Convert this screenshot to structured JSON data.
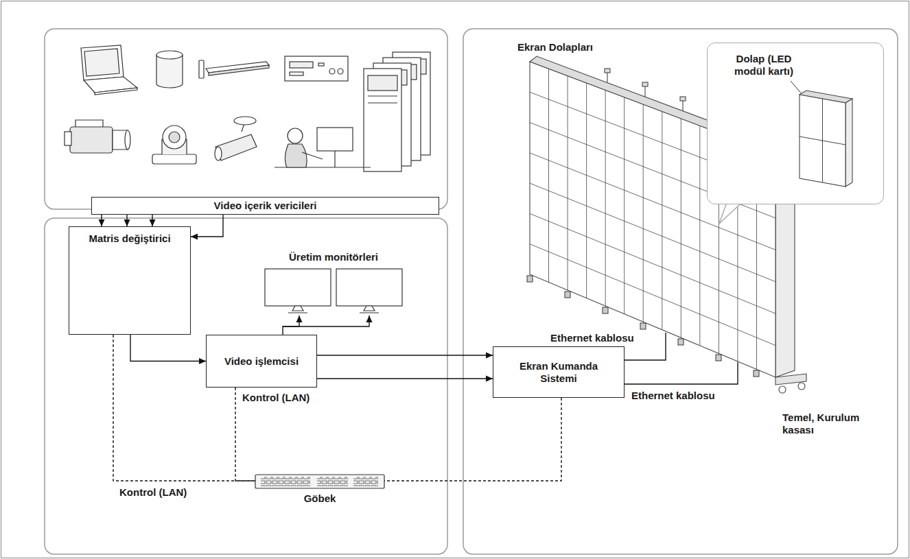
{
  "diagram": {
    "nodes": [
      {
        "text": [
          "Video içerik vericileri"
        ]
      },
      {
        "text": [
          "Matris değiştirici"
        ]
      },
      {
        "text": [
          "Üretim monitörleri"
        ]
      },
      {
        "text": [
          "Video işlemcisi"
        ]
      },
      {
        "text": [
          "Göbek"
        ]
      },
      {
        "text": [
          "Dolap (LED modül kartı)"
        ]
      },
      {
        "text": [
          "Ekran Kumanda Sistemi"
        ]
      }
    ],
    "edges": [
      {
        "from": 0,
        "to": 1,
        "arrow": "to"
      },
      {
        "from": 0,
        "to": 1,
        "arrow": "to"
      },
      {
        "from": 0,
        "to": 1,
        "arrow": "to"
      },
      {
        "from": 0,
        "to": 1,
        "arrow": "to"
      },
      {
        "from": 1,
        "to": 3,
        "arrow": "to"
      },
      {
        "from": 3,
        "to": 2,
        "arrow": "to"
      },
      {
        "from": 3,
        "to": 6,
        "arrow": "to"
      },
      {
        "from": 3,
        "to": 6,
        "arrow": "to"
      },
      {
        "from": 1,
        "to": 4,
        "arrow": "none",
        "label": "Kontrol (LAN)"
      },
      {
        "from": 3,
        "to": 4,
        "arrow": "none",
        "label": "Kontrol (LAN)"
      },
      {
        "from": 6,
        "to": 4,
        "arrow": "none"
      }
    ],
    "labels": [
      "Ekran Dolapları",
      "Ethernet kablosu",
      "Ethernet kablosu",
      "Temel, Kurulum kasası"
    ]
  }
}
